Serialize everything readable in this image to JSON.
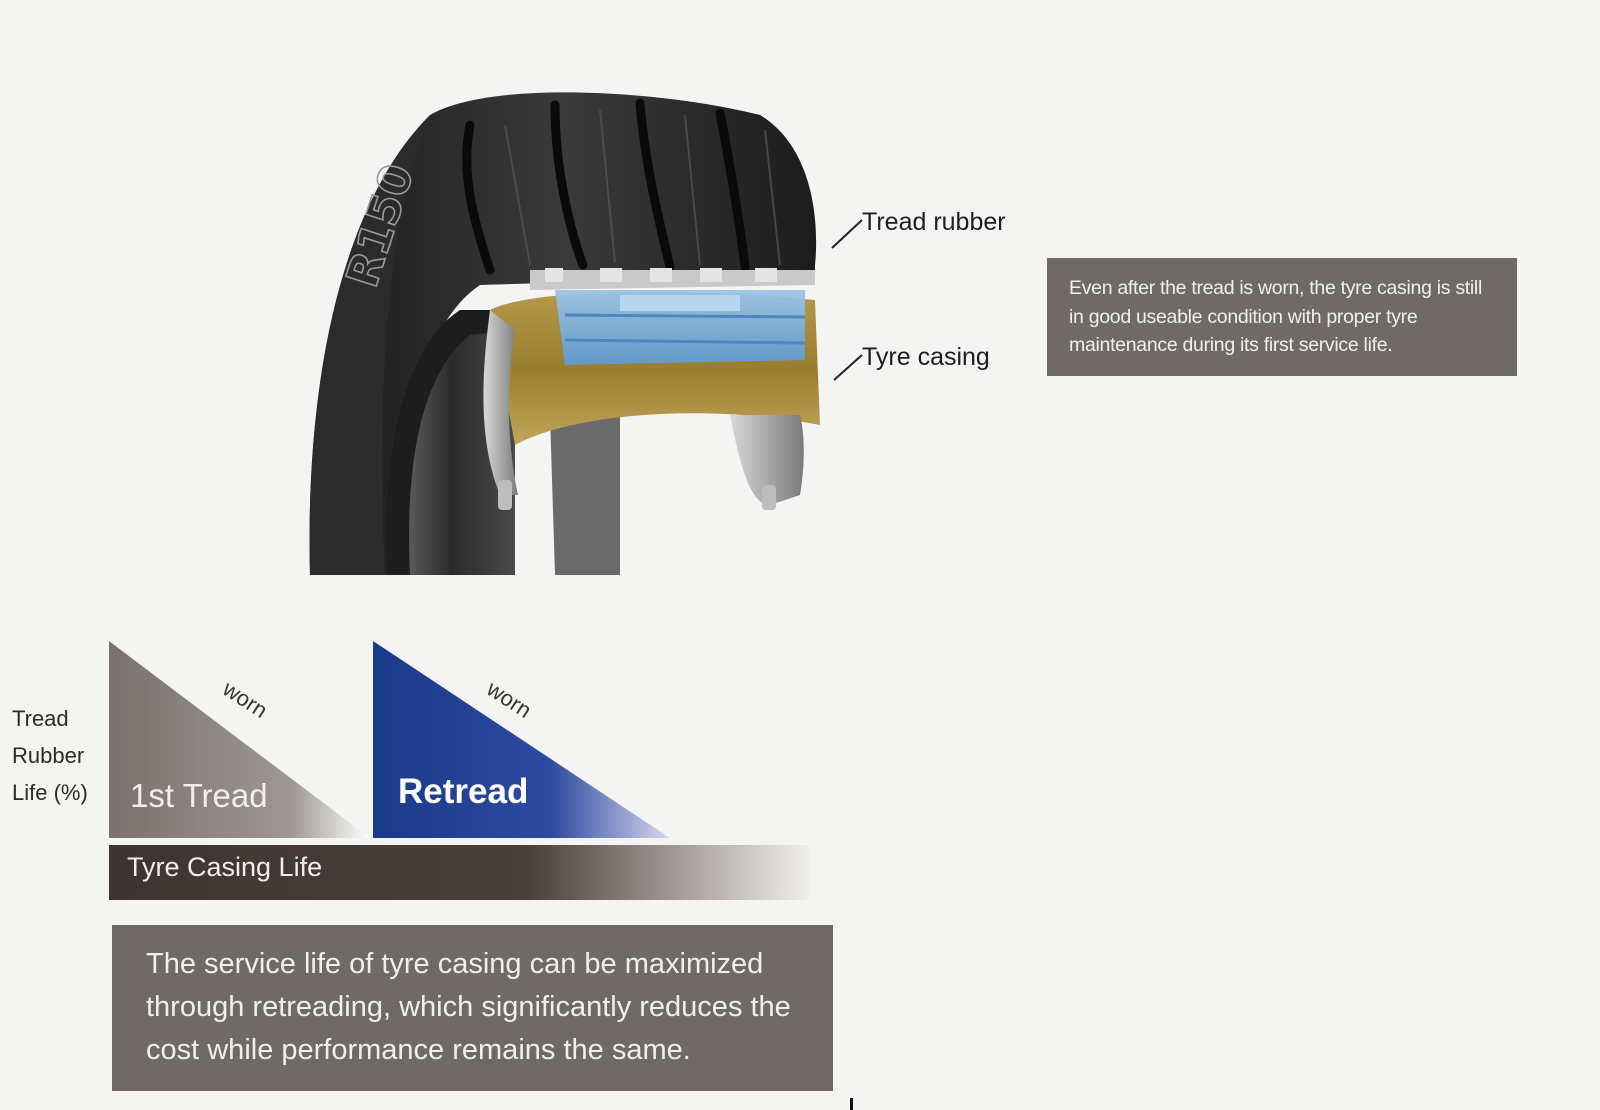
{
  "tyre": {
    "brand_text": "R150"
  },
  "callouts": {
    "tread_rubber": "Tread rubber",
    "tyre_casing": "Tyre casing"
  },
  "info_box": {
    "text": "Even after the tread is worn, the tyre casing is still in good useable condition with proper tyre maintenance during its first service life."
  },
  "life_diagram": {
    "y_label_lines": [
      "Tread",
      "Rubber",
      "Life (%)"
    ],
    "first_tread_label": "1st Tread",
    "retread_label": "Retread",
    "worn_label": "worn",
    "casing_bar_label": "Tyre Casing Life",
    "colors": {
      "first_tread": "#7d7471",
      "retread": "#1e3a8c",
      "casing_bar": "#4a3f3b"
    }
  },
  "bottom_box": {
    "text": "The service life of tyre casing can be maximized through retreading, which significantly reduces the cost while performance remains the same."
  }
}
